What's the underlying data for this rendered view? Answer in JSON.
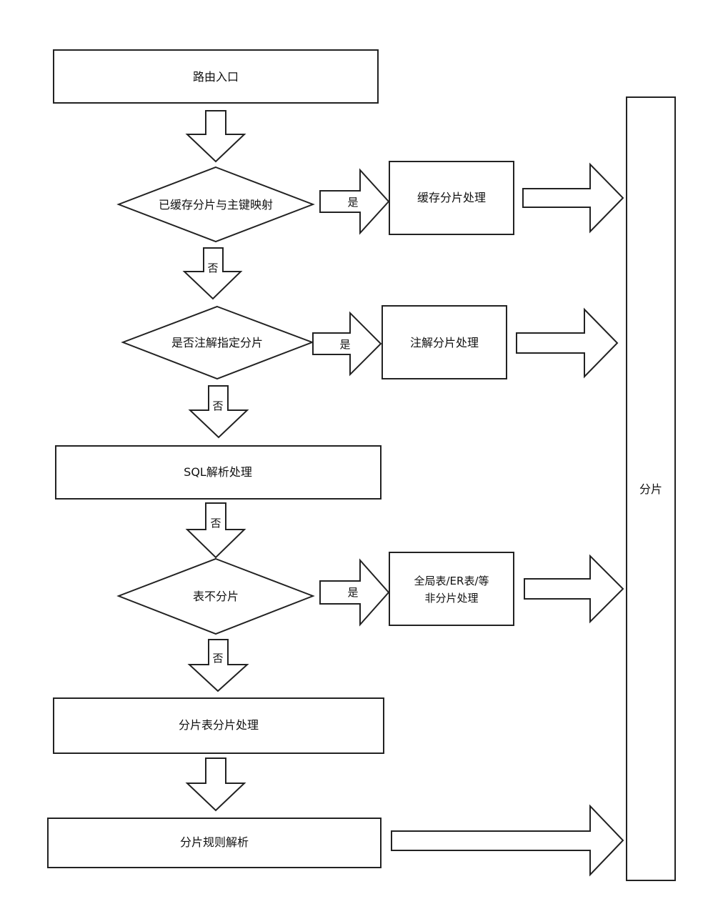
{
  "nodes": {
    "entry": "路由入口",
    "cached_decision": "已缓存分片与主键映射",
    "cached_process": "缓存分片处理",
    "annotation_decision": "是否注解指定分片",
    "annotation_process": "注解分片处理",
    "sql_parse": "SQL解析处理",
    "no_shard_decision": "表不分片",
    "non_shard_process_line1": "全局表/ER表/等",
    "non_shard_process_line2": "非分片处理",
    "shard_table_process": "分片表分片处理",
    "shard_rule_parse": "分片规则解析",
    "shard": "分片"
  },
  "edge_labels": {
    "yes_cached": "是",
    "no_cached": "否",
    "yes_annotation": "是",
    "no_annotation": "否",
    "no_sql": "否",
    "yes_no_shard": "是",
    "no_no_shard": "否"
  },
  "colors": {
    "stroke": "#222222",
    "fill": "#ffffff",
    "text": "#111111"
  }
}
